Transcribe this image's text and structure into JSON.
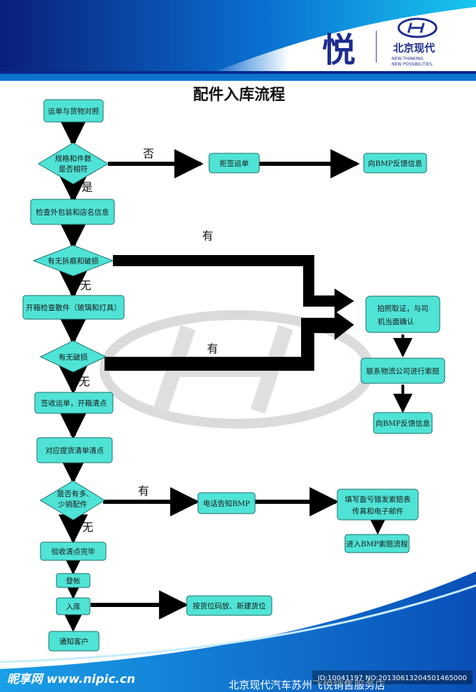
{
  "header": {
    "brand_char": "悦",
    "brand_name": "北京现代",
    "slogan_line1": "NEW THINKING",
    "slogan_line2": "NEW POSSIBILITIES."
  },
  "title": "配件入库流程",
  "nodes": {
    "n1": "运单与货物对照",
    "d1_line1": "规格和件数",
    "d1_line2": "是否相符",
    "r1": "拒签运单",
    "r2": "向BMP反馈信息",
    "n2": "检查外包装和店名信息",
    "d2": "有无拆痕和破损",
    "n3": "开箱检查散件（玻璃和灯具）",
    "d3": "有无破损",
    "s1_line1": "拍照取证，与司",
    "s1_line2": "机当面确认",
    "s2": "联系物流公司进行索赔",
    "s3": "向BMP反馈信息",
    "n4": "签收运单，开箱清点",
    "n5": "对应提货清单清点",
    "d4_line1": "是否有多、",
    "d4_line2": "少销配件",
    "t1": "电话告知BMP",
    "t2_line1": "填写盈亏错发索赔表",
    "t2_line2": "传真和电子邮件",
    "t3": "进入BMP索赔流程",
    "n6": "验收清点完毕",
    "n7": "登帐",
    "n8": "入库",
    "n9": "按货位码放、新建货位",
    "n10": "通知客户"
  },
  "edge_labels": {
    "no": "否",
    "yes": "是",
    "has_1": "有",
    "none_1": "无",
    "has_2": "有",
    "none_2": "无",
    "has_3": "有",
    "none_3": "无"
  },
  "footer": {
    "watermark_site": "昵享网 www.nipic.cn",
    "dealer": "北京现代汽车苏州飞悦销售服务店",
    "image_id": "ID:10041197 NO:20130613204501465000"
  },
  "colors": {
    "node_fill": "#4fe3d6",
    "header_blue": "#1e2d8f",
    "arrow": "#000000"
  }
}
